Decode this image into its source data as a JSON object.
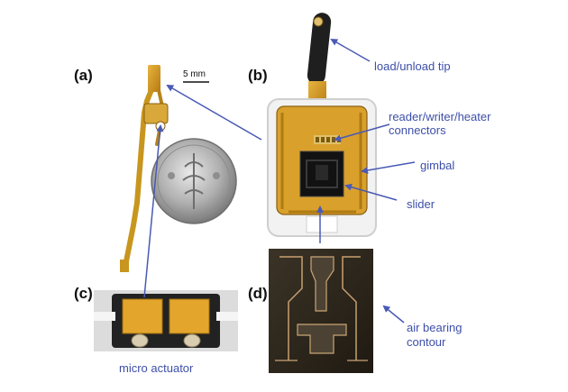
{
  "figure": {
    "panel_labels": {
      "a": "(a)",
      "b": "(b)",
      "c": "(c)",
      "d": "(d)"
    },
    "scale_bar": "5 mm",
    "annotations": {
      "load_unload_tip": "load/unload tip",
      "connectors_line1": "reader/writer/heater",
      "connectors_line2": "connectors",
      "gimbal": "gimbal",
      "slider": "slider",
      "air_bearing_line1": "air bearing",
      "air_bearing_line2": "contour",
      "micro_actuator": "micro actuator"
    },
    "colors": {
      "annotation_text": "#3d4fa8",
      "arrow": "#4a5ab5",
      "flex_gold": "#c8961e",
      "label_text": "#111111"
    }
  }
}
